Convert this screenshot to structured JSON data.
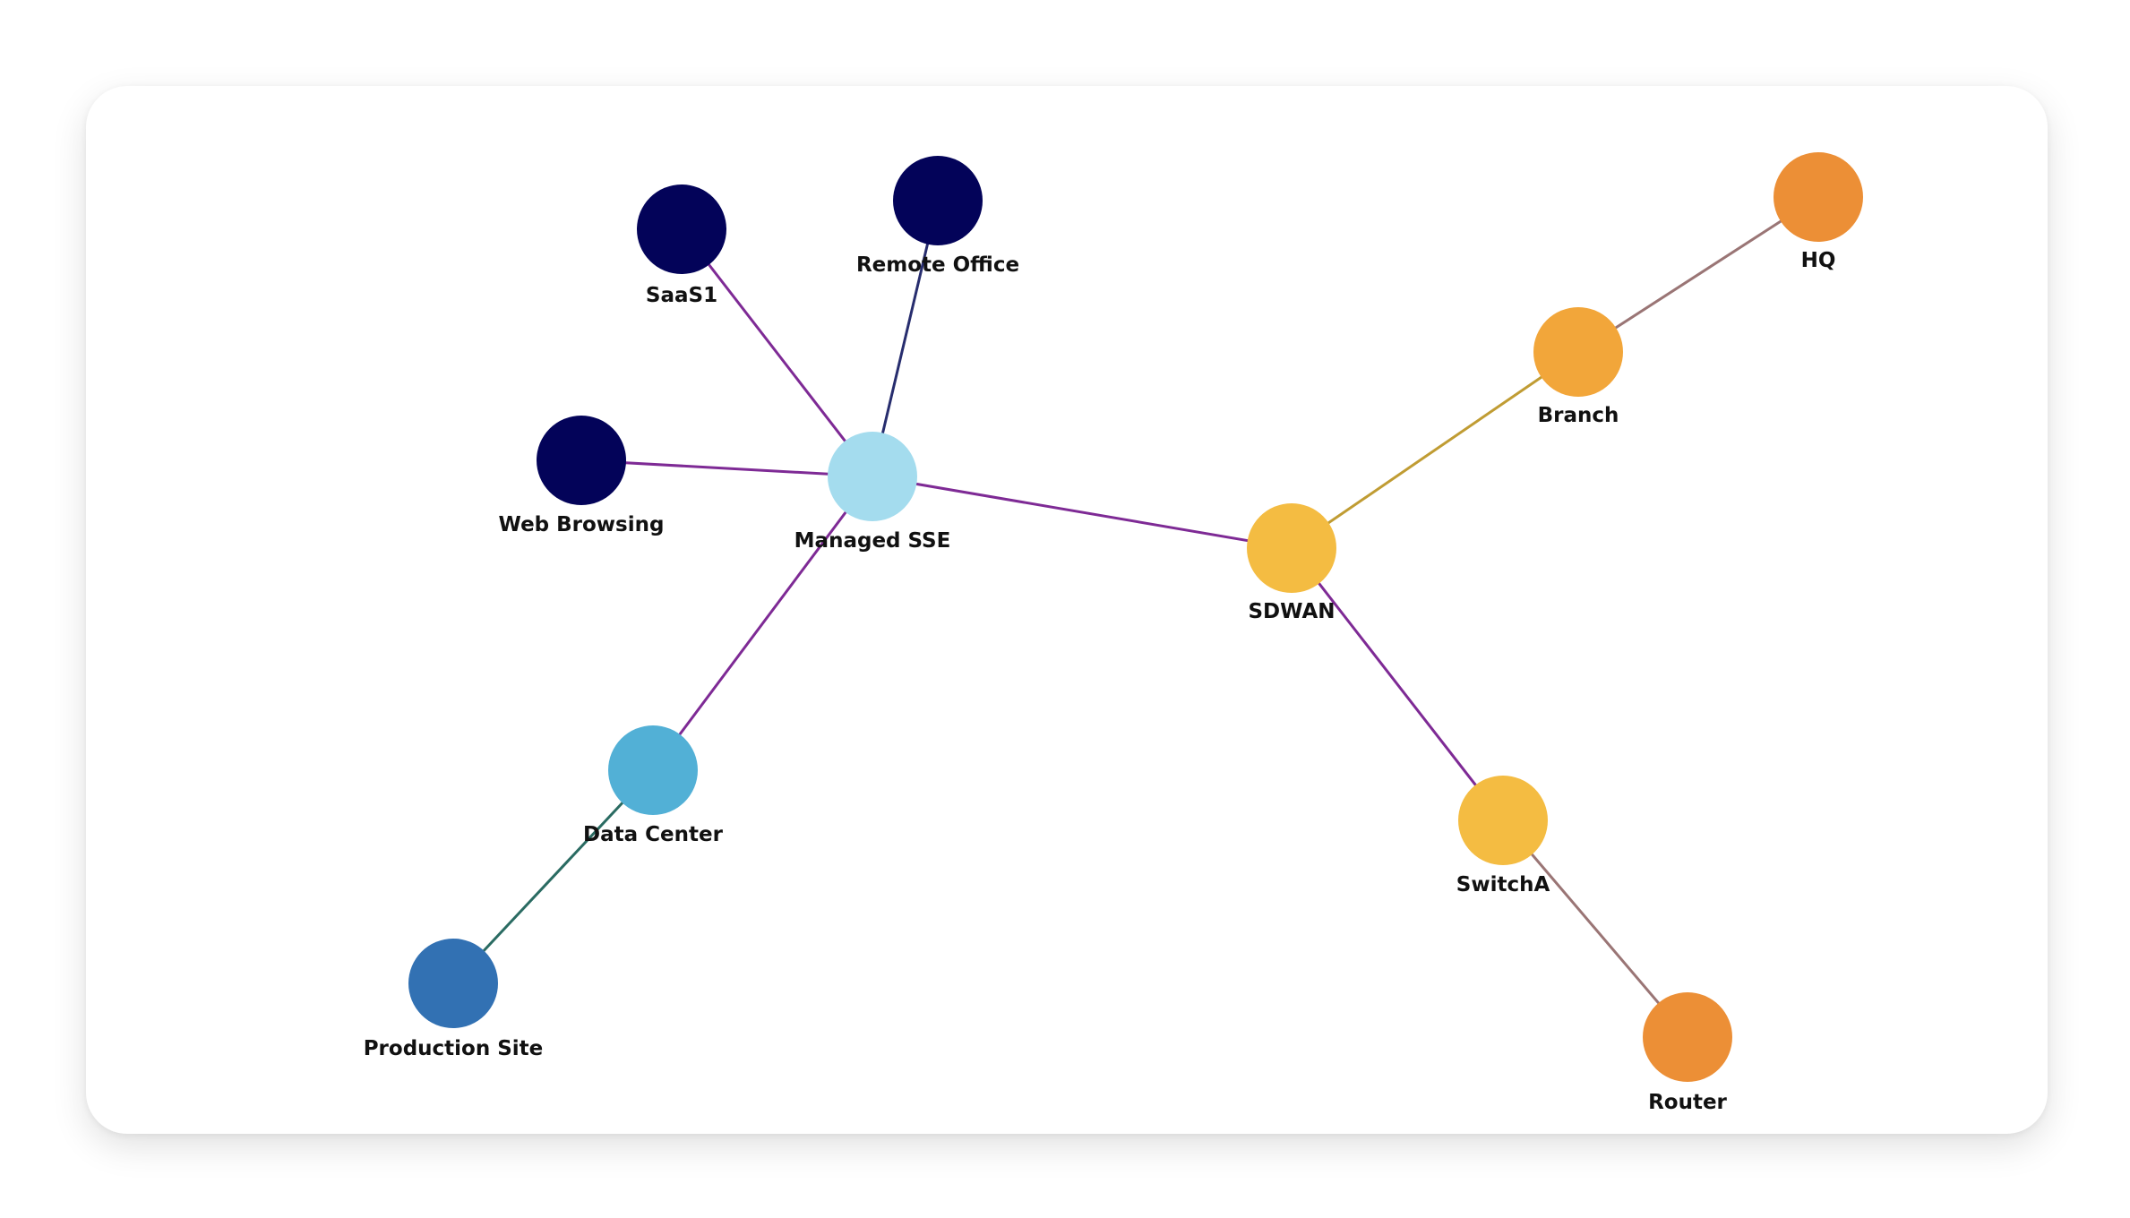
{
  "diagram": {
    "nodes": [
      {
        "id": "saas1",
        "label": "SaaS1",
        "color": "#030359"
      },
      {
        "id": "remote_office",
        "label": "Remote Office",
        "color": "#030359"
      },
      {
        "id": "web_browsing",
        "label": "Web Browsing",
        "color": "#030359"
      },
      {
        "id": "managed_sse",
        "label": "Managed SSE",
        "color": "#a4dcee"
      },
      {
        "id": "data_center",
        "label": "Data Center",
        "color": "#52b0d6"
      },
      {
        "id": "production_site",
        "label": "Production Site",
        "color": "#3271b3"
      },
      {
        "id": "sdwan",
        "label": "SDWAN",
        "color": "#f4bc42"
      },
      {
        "id": "branch",
        "label": "Branch",
        "color": "#f2a63a"
      },
      {
        "id": "hq",
        "label": "HQ",
        "color": "#ec8f36"
      },
      {
        "id": "switcha",
        "label": "SwitchA",
        "color": "#f4bc42"
      },
      {
        "id": "router",
        "label": "Router",
        "color": "#ec8f36"
      }
    ],
    "edges": [
      {
        "from": "saas1",
        "to": "managed_sse",
        "color": "#7e2a95"
      },
      {
        "from": "remote_office",
        "to": "managed_sse",
        "color": "#272d6e"
      },
      {
        "from": "web_browsing",
        "to": "managed_sse",
        "color": "#7e2a95"
      },
      {
        "from": "managed_sse",
        "to": "data_center",
        "color": "#7e2a95"
      },
      {
        "from": "data_center",
        "to": "production_site",
        "color": "#2a6b62"
      },
      {
        "from": "managed_sse",
        "to": "sdwan",
        "color": "#7e2a95"
      },
      {
        "from": "sdwan",
        "to": "branch",
        "color": "#c09c33"
      },
      {
        "from": "branch",
        "to": "hq",
        "color": "#9a7575"
      },
      {
        "from": "sdwan",
        "to": "switcha",
        "color": "#7e2a95"
      },
      {
        "from": "switcha",
        "to": "router",
        "color": "#9a7575"
      }
    ]
  }
}
